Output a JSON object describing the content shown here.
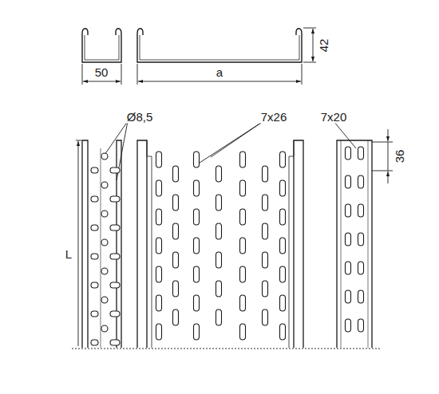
{
  "diagram": {
    "labels": [
      "50",
      "a",
      "42",
      "Ø8,5",
      "7x26",
      "7x20",
      "36",
      "L"
    ]
  }
}
